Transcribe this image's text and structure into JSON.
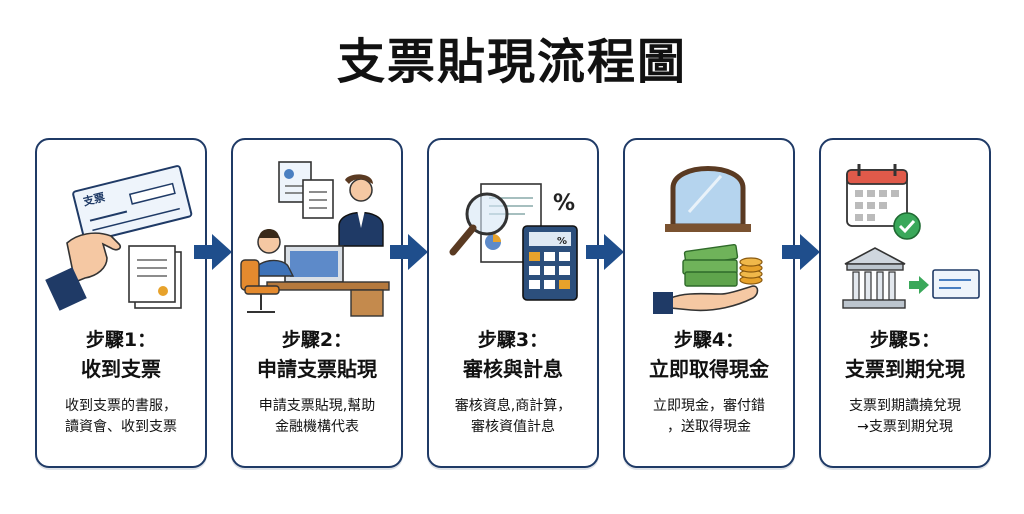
{
  "title": "支票貼現流程圖",
  "steps": [
    {
      "label": "步驟1：",
      "name": "收到支票",
      "desc": [
        "收到支票的書服，",
        "讀資會、收到支票"
      ],
      "icon_label": "支票"
    },
    {
      "label": "步驟2：",
      "name": "申請支票貼現",
      "desc": [
        "申請支票貼現,幫助",
        "金融機構代表"
      ]
    },
    {
      "label": "步驟3：",
      "name": "審核與計息",
      "desc": [
        "審核資息,商計算，",
        "審核資值計息"
      ]
    },
    {
      "label": "步驟4：",
      "name": "立即取得現金",
      "desc": [
        "立即現金，審付錯",
        "，送取得現金"
      ]
    },
    {
      "label": "步驟5：",
      "name": "支票到期兌現",
      "desc": [
        "支票到期讀撓兌現",
        "→支票到期兌現"
      ]
    }
  ],
  "colors": {
    "navy": "#1f3a66",
    "arrow": "#1f4e8c",
    "green": "#3aa85a",
    "red": "#e05a4a",
    "gold": "#e7a22b"
  },
  "icons": [
    "check-in-hand-icon",
    "consultation-icon",
    "audit-calculator-icon",
    "cash-in-hand-icon",
    "calendar-bank-icon"
  ]
}
